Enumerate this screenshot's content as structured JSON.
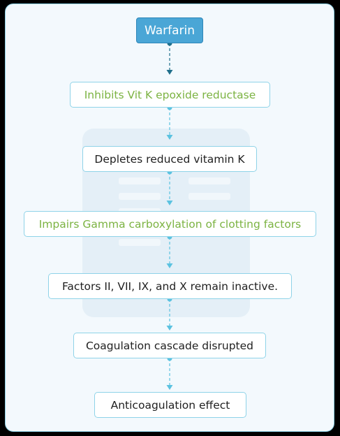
{
  "diagram": {
    "nodes": [
      {
        "id": "n0",
        "label": "Warfarin",
        "style": "root"
      },
      {
        "id": "n1",
        "label": "Inhibits Vit K epoxide reductase",
        "style": "green"
      },
      {
        "id": "n2",
        "label": "Depletes reduced vitamin K",
        "style": "dark"
      },
      {
        "id": "n3",
        "label": "Impairs Gamma carboxylation of clotting factors",
        "style": "green"
      },
      {
        "id": "n4",
        "label": "Factors II, VII, IX, and X remain inactive.",
        "style": "dark"
      },
      {
        "id": "n5",
        "label": "Coagulation cascade disrupted",
        "style": "dark"
      },
      {
        "id": "n6",
        "label": "Anticoagulation effect",
        "style": "dark"
      }
    ],
    "edges": [
      {
        "from": "n0",
        "to": "n1",
        "style": "dark-dashed"
      },
      {
        "from": "n1",
        "to": "n2",
        "style": "light-dashed"
      },
      {
        "from": "n2",
        "to": "n3",
        "style": "light-dashed"
      },
      {
        "from": "n3",
        "to": "n4",
        "style": "light-dashed"
      },
      {
        "from": "n4",
        "to": "n5",
        "style": "light-dashed"
      },
      {
        "from": "n5",
        "to": "n6",
        "style": "light-dashed"
      }
    ],
    "colors": {
      "root_fill": "#4aa6d6",
      "node_border": "#8fd3e8",
      "green_text": "#7cb342",
      "dark_edge": "#1f6f8b",
      "light_edge": "#5bc2e0"
    }
  }
}
